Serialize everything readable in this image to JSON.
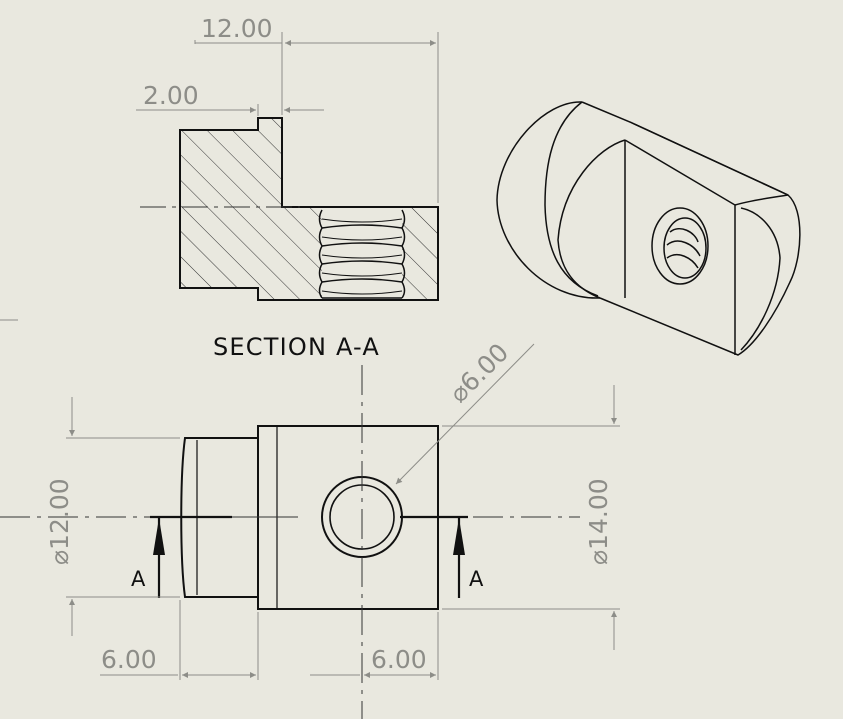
{
  "section_view": {
    "title": "SECTION A-A",
    "dims": {
      "overall_length": "12.00",
      "step_length": "2.00"
    }
  },
  "front_view": {
    "dims": {
      "hole_diameter": "6.00",
      "boss_diameter": "12.00",
      "body_diameter": "14.00",
      "boss_length": "6.00",
      "hole_offset": "6.00"
    },
    "cut_labels": {
      "left": "A",
      "right": "A"
    }
  },
  "diameter_symbol": "⌀",
  "colors": {
    "background": "#e9e8df",
    "geometry": "#111111",
    "dimension": "#8d8d88"
  }
}
